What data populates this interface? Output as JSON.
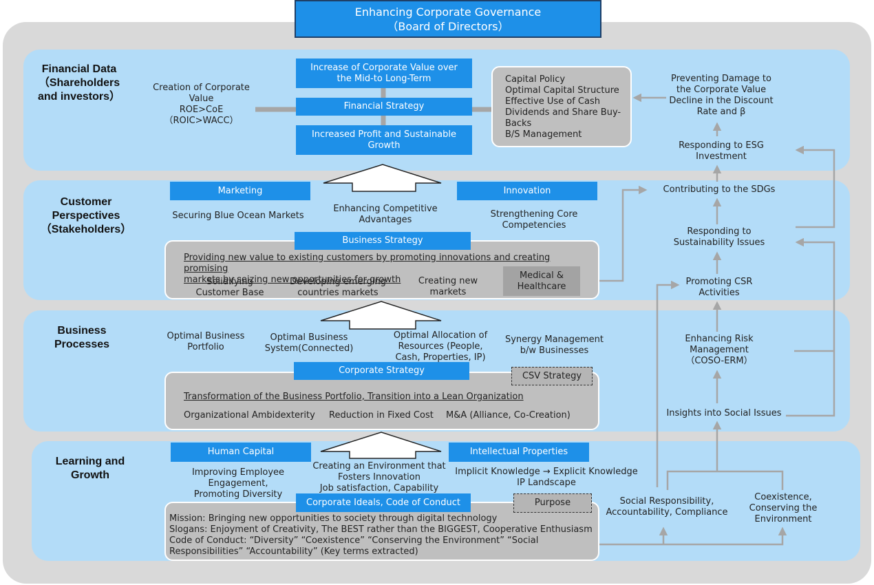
{
  "title": {
    "line1": "Enhancing Corporate Governance",
    "line2": "（Board of Directors）"
  },
  "perspectives": {
    "financial": [
      "Financial Data",
      "（Shareholders",
      "and investors）"
    ],
    "customer": [
      "Customer",
      "Perspectives",
      "（Stakeholders）"
    ],
    "business": [
      "Business",
      "Processes"
    ],
    "learning": [
      "Learning and",
      "Growth"
    ]
  },
  "financial": {
    "creation": [
      "Creation of Corporate",
      "Value",
      "ROE>CoE",
      "（ROIC>WACC）"
    ],
    "increase_value": [
      "Increase of Corporate Value over",
      "the Mid-to Long-Term"
    ],
    "financial_strategy": "Financial Strategy",
    "increased_profit": [
      "Increased Profit and Sustainable",
      "Growth"
    ],
    "capital_policy": [
      "Capital Policy",
      "Optimal Capital Structure",
      "Effective Use of Cash",
      "Dividends and Share Buy-",
      "Backs",
      "B/S Management"
    ]
  },
  "customer": {
    "marketing": "Marketing",
    "innovation": "Innovation",
    "blue_ocean": "Securing Blue Ocean Markets",
    "competitive": [
      "Enhancing Competitive",
      "Advantages"
    ],
    "core_comp": [
      "Strengthening Core",
      "Competencies"
    ],
    "business_strategy": "Business Strategy",
    "providing": [
      "Providing new value to existing customers by promoting innovations and creating promising",
      "markets by seizing new opportunities for growth"
    ],
    "solidifying": [
      "Solidifying",
      "Customer Base"
    ],
    "developing": [
      "Developing emerging",
      "countries markets"
    ],
    "creating_new": [
      "Creating new",
      "markets"
    ],
    "medical": [
      "Medical &",
      "Healthcare"
    ]
  },
  "business": {
    "portfolio": [
      "Optimal Business",
      "Portfolio"
    ],
    "system": [
      "Optimal Business",
      "System(Connected)"
    ],
    "allocation": [
      "Optimal Allocation of",
      "Resources (People,",
      "Cash, Properties, IP)"
    ],
    "synergy": [
      "Synergy Management",
      "b/w Businesses"
    ],
    "corporate_strategy": "Corporate Strategy",
    "csv": "CSV Strategy",
    "transformation": "Transformation of the Business Portfolio, Transition into a Lean Organization",
    "ambidexterity": "Organizational Ambidexterity",
    "fixed_cost": "Reduction in Fixed Cost",
    "ma": "M&A (Alliance, Co-Creation)"
  },
  "learning": {
    "human_capital": "Human Capital",
    "intellectual": "Intellectual Properties",
    "improving": [
      "Improving Employee",
      "Engagement,",
      "Promoting Diversity"
    ],
    "environment": [
      "Creating an Environment that",
      "Fosters Innovation",
      "Job satisfaction, Capability"
    ],
    "implicit": [
      "Implicit Knowledge → Explicit Knowledge",
      "IP Landscape"
    ],
    "ideals": "Corporate Ideals, Code of Conduct",
    "purpose": "Purpose",
    "mission_lines": [
      "Mission: Bringing new opportunities to society through digital technology",
      "Slogans: Enjoyment of Creativity, The BEST rather than the BIGGEST, Cooperative Enthusiasm",
      "Code of Conduct: “Diversity” “Coexistence” “Conserving the Environment” “Social",
      "Responsibilities” “Accountability” (Key terms extracted)"
    ]
  },
  "right_chain": {
    "preventing": [
      "Preventing Damage to",
      "the Corporate Value",
      "Decline in the Discount",
      "Rate and β"
    ],
    "esg": [
      "Responding to ESG",
      "Investment"
    ],
    "sdgs": "Contributing to the SDGs",
    "sustainability": [
      "Responding to",
      "Sustainability Issues"
    ],
    "csr": [
      "Promoting CSR",
      "Activities"
    ],
    "risk": [
      "Enhancing Risk",
      "Management",
      "（COSO-ERM）"
    ],
    "insights": "Insights into Social Issues",
    "social_resp": [
      "Social Responsibility,",
      "Accountability, Compliance"
    ],
    "coexistence": [
      "Coexistence,",
      "Conserving the",
      "Environment"
    ]
  },
  "colors": {
    "outer": "#d9d9d9",
    "band": "#b3dcf8",
    "blue": "#1e90e8",
    "grey_box": "#bfbfbf",
    "arrow": "#a6a6a6"
  }
}
